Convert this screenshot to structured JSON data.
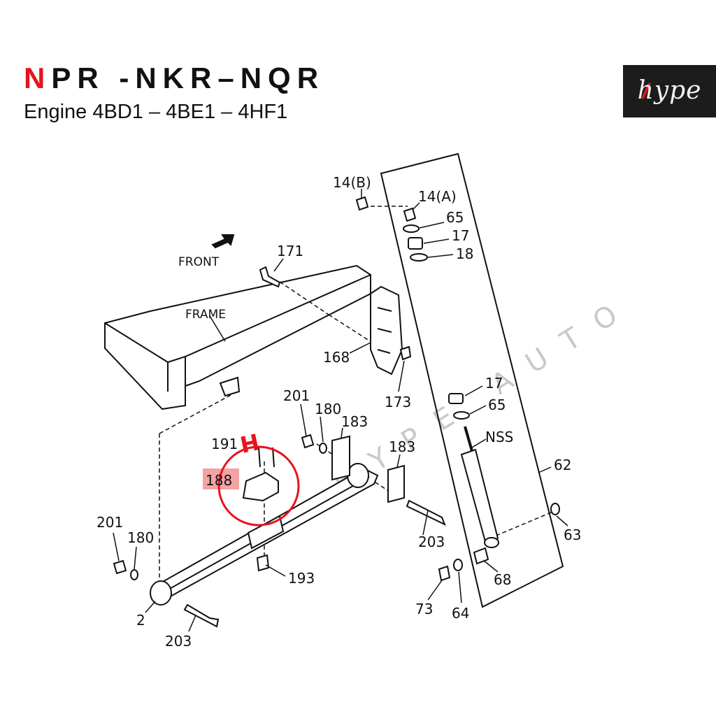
{
  "header": {
    "title_first": "N",
    "title_rest": "PR -NKR–NQR",
    "subtitle": "Engine 4BD1 – 4BE1 – 4HF1"
  },
  "logo": {
    "text": "hype"
  },
  "watermark": "HYPE AUTO",
  "diagram": {
    "front_label": "FRONT",
    "frame_label": "FRAME",
    "highlight_marker": "H",
    "parts": {
      "p14b": "14(B)",
      "p14a": "14(A)",
      "p65a": "65",
      "p17a": "17",
      "p18": "18",
      "p171": "171",
      "p168": "168",
      "p173": "173",
      "p17b": "17",
      "p65b": "65",
      "pNSS": "NSS",
      "p62": "62",
      "p201a": "201",
      "p180a": "180",
      "p183a": "183",
      "p183b": "183",
      "p191": "191",
      "p188": "188",
      "p201b": "201",
      "p180b": "180",
      "p203a": "203",
      "p193": "193",
      "p2": "2",
      "p203b": "203",
      "p63": "63",
      "p68": "68",
      "p73": "73",
      "p64": "64"
    }
  },
  "colors": {
    "accent_red": "#e8131c",
    "highlight_pink": "#f4a3a3",
    "logo_bg": "#1c1c1c"
  }
}
